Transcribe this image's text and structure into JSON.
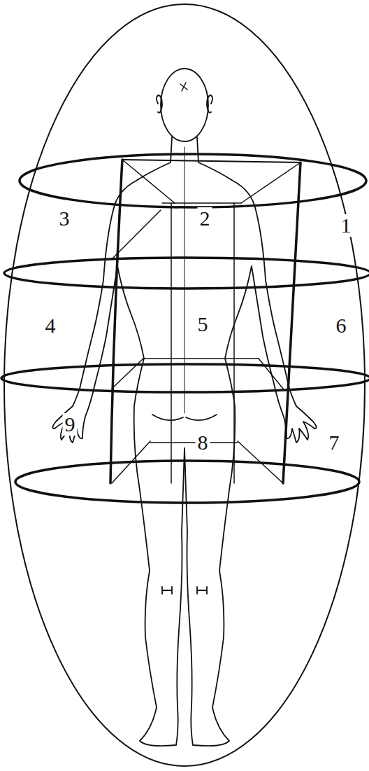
{
  "diagram": {
    "labels": [
      "3",
      "2",
      "1",
      "4",
      "5",
      "6",
      "9",
      "8",
      "7"
    ]
  }
}
